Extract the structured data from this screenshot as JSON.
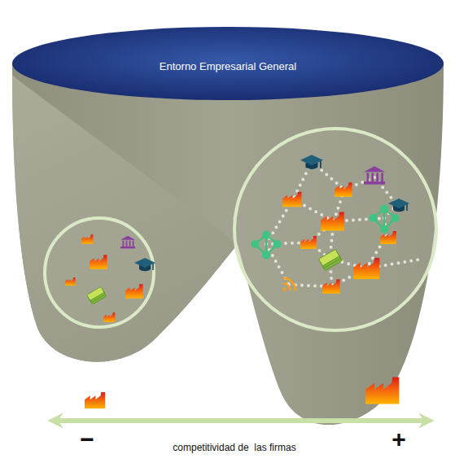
{
  "diagram": {
    "nodes": [
      {
        "text": [
          "Entorno Empresarial General"
        ]
      }
    ],
    "labels": [
      "−",
      "competitividad de  las firmas",
      "+"
    ]
  }
}
